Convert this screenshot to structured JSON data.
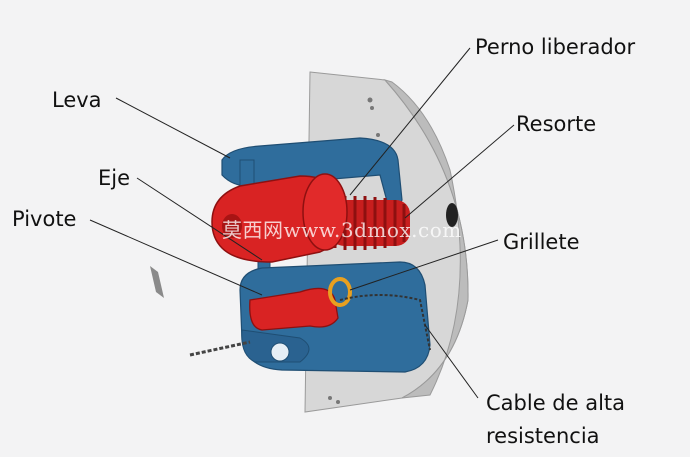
{
  "labels": {
    "perno_liberador": "Perno liberador",
    "leva": "Leva",
    "resorte": "Resorte",
    "eje": "Eje",
    "pivote": "Pivote",
    "grillete": "Grillete",
    "cable_line1": "Cable de alta",
    "cable_line2": "resistencia"
  },
  "watermark": "莫西网www.3dmox.com",
  "colors": {
    "background": "#f3f3f4",
    "plate": "#d9d9d9",
    "plate_shade": "#bdbdbd",
    "frame_blue": "#2f6d9c",
    "frame_blue_dark": "#1f4e73",
    "part_red": "#d92323",
    "part_red_dark": "#a81414",
    "shackle": "#e8a020",
    "leader_line": "#222222"
  }
}
